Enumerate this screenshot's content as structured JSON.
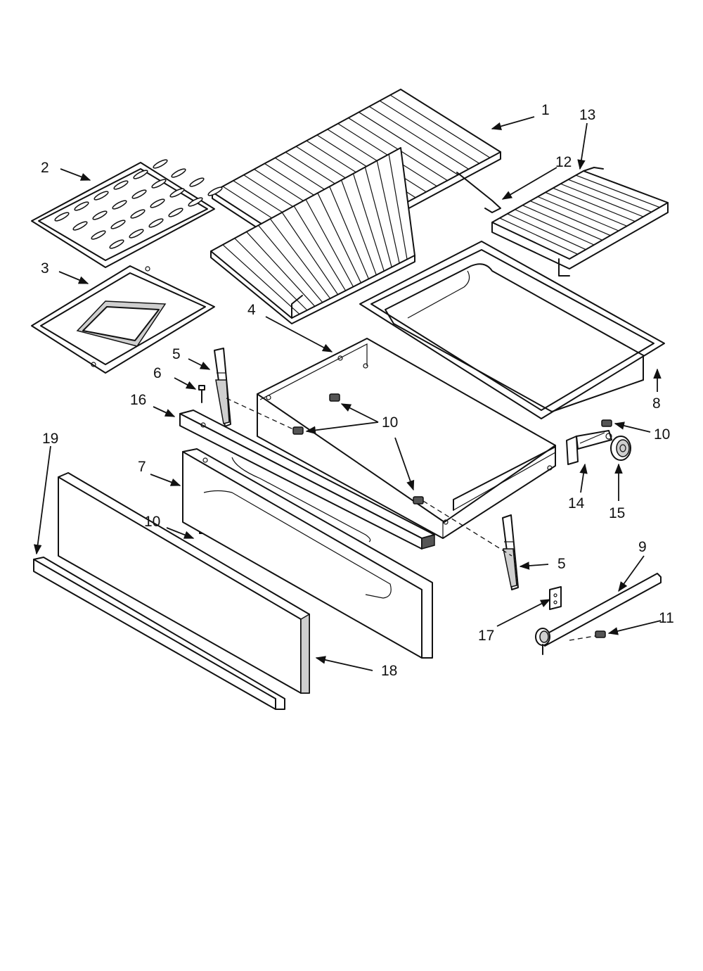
{
  "diagram": {
    "callouts": {
      "c1": "1",
      "c2": "2",
      "c3": "3",
      "c4": "4",
      "c5a": "5",
      "c5b": "5",
      "c6": "6",
      "c7": "7",
      "c8": "8",
      "c9": "9",
      "c10a": "10",
      "c10b": "10",
      "c10c": "10",
      "c11": "11",
      "c12": "12",
      "c13": "13",
      "c14": "14",
      "c15": "15",
      "c16": "16",
      "c17": "17",
      "c18": "18",
      "c19": "19"
    }
  }
}
